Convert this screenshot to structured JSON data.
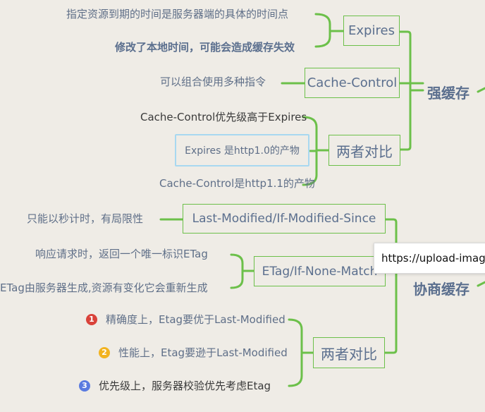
{
  "strong_cache": {
    "title": "强缓存",
    "expires": {
      "label": "Expires",
      "notes": [
        "指定资源到期的时间是服务器端的具体的时间点",
        "修改了本地时间，可能会造成缓存失效"
      ]
    },
    "cache_control": {
      "label": "Cache-Control",
      "note": "可以组合使用多种指令"
    },
    "compare": {
      "label": "两者对比",
      "notes": [
        "Cache-Control优先级高于Expires",
        "Expires 是http1.0的产物",
        "Cache-Control是http1.1的产物"
      ]
    }
  },
  "negotiated_cache": {
    "title": "协商缓存",
    "last_modified": {
      "label": "Last-Modified/If-Modified-Since",
      "note": "只能以秒计时，有局限性"
    },
    "etag": {
      "label": "ETag/If-None-Match",
      "notes": [
        "响应请求时，返回一个唯一标识ETag",
        "ETag由服务器生成,资源有变化它会重新生成"
      ]
    },
    "compare": {
      "label": "两者对比",
      "notes": [
        {
          "badge": "1",
          "text": "精确度上，Etag要优于Last-Modified",
          "color": "#d9423a"
        },
        {
          "badge": "2",
          "text": "性能上，Etag要逊于Last-Modified",
          "color": "#f2b320"
        },
        {
          "badge": "3",
          "text": "优先级上，服务器校验优先考虑Etag",
          "color": "#5a7be0"
        }
      ]
    }
  },
  "tooltip": {
    "text": "https://upload-imag"
  },
  "colors": {
    "connector": "#6cc04a",
    "node_border": "#6cc04a",
    "text": "#5b6f8e"
  }
}
